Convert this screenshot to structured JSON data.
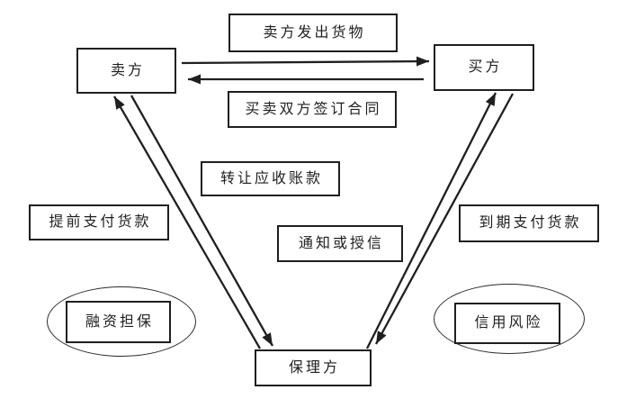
{
  "diagram": {
    "nodes": {
      "seller": {
        "label": "卖方"
      },
      "buyer": {
        "label": "买方"
      },
      "factor": {
        "label": "保理方"
      }
    },
    "flow_labels": {
      "ship_goods": {
        "label": "卖方发出货物"
      },
      "sign_contract": {
        "label": "买卖双方签订合同"
      },
      "transfer_receivables": {
        "label": "转让应收账款"
      },
      "advance_payment": {
        "label": "提前支付货款"
      },
      "notify_or_credit": {
        "label": "通知或授信"
      },
      "due_payment": {
        "label": "到期支付货款"
      }
    },
    "ovals": {
      "financing_guarantee": {
        "label": "融资担保"
      },
      "credit_risk": {
        "label": "信用风险"
      }
    },
    "edges": [
      {
        "from": "卖方",
        "to": "买方",
        "label": "卖方发出货物"
      },
      {
        "from": "买方",
        "to": "卖方",
        "label": "买卖双方签订合同"
      },
      {
        "from": "卖方",
        "to": "保理方",
        "label": "转让应收账款"
      },
      {
        "from": "保理方",
        "to": "卖方",
        "label": "提前支付货款"
      },
      {
        "from": "保理方",
        "to": "买方",
        "label": "通知或授信"
      },
      {
        "from": "买方",
        "to": "保理方",
        "label": "到期支付货款"
      }
    ],
    "colors": {
      "line": "#1f1f1f",
      "background": "#ffffff",
      "text": "#1f1f1f"
    }
  }
}
